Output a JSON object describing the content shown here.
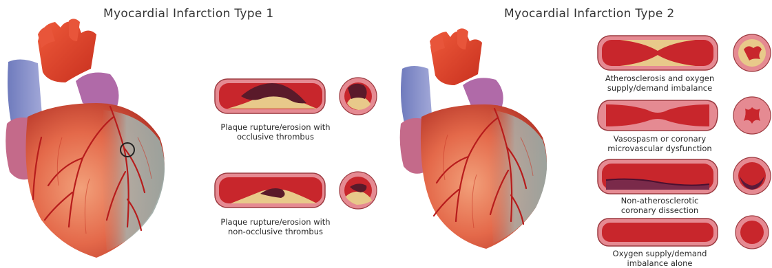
{
  "titles": {
    "type1": "Myocardial Infarction Type 1",
    "type2": "Myocardial Infarction Type 2"
  },
  "type1": {
    "panels": [
      {
        "line1": "Plaque rupture/erosion with",
        "line2": "occlusive thrombus"
      },
      {
        "line1": "Plaque rupture/erosion with",
        "line2": "non-occlusive thrombus"
      }
    ]
  },
  "type2": {
    "panels": [
      {
        "line1": "Atherosclerosis and oxygen",
        "line2": "supply/demand imbalance"
      },
      {
        "line1": "Vasospasm or coronary",
        "line2": "microvascular dysfunction"
      },
      {
        "line1": "Non-atherosclerotic",
        "line2": "coronary dissection"
      },
      {
        "line1": "Oxygen supply/demand",
        "line2": "imbalance alone"
      }
    ]
  },
  "colors": {
    "vessel_wall": "#e0707a",
    "lumen": "#c8262c",
    "plaque": "#e8c98a",
    "thrombus": "#5a1a2a",
    "heart_red": "#d9452a",
    "vein_blue": "#8a93c9",
    "muscle_gray": "#a8b4b0"
  }
}
